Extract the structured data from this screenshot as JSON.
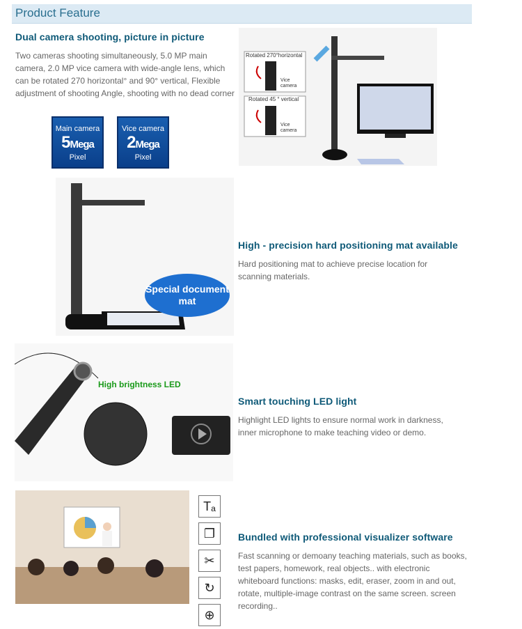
{
  "header": {
    "title": "Product Feature"
  },
  "sections": [
    {
      "title": "Dual camera shooting, picture in picture",
      "description": "Two cameras shooting simultaneously, 5.0 MP main camera, 2.0 MP vice camera with wide-angle lens, which can be rotated 270 horizontal° and 90° vertical, Flexible adjustment of shooting Angle, shooting with no dead corner",
      "badges": [
        {
          "top": "Main camera",
          "value": "5",
          "unit": "Mega",
          "bottom": "Pixel"
        },
        {
          "top": "Vice camera",
          "value": "2",
          "unit": "Mega",
          "bottom": "Pixel"
        }
      ],
      "image_labels": {
        "rotate_h": "Rotated 270°horizontal",
        "rotate_v": "Rotated 45 ° vertical",
        "vice_camera_1": "Vice camera",
        "vice_camera_2": "Vice camera"
      }
    },
    {
      "title": "High - precision hard positioning mat available",
      "description": "Hard positioning mat to achieve precise location for scanning materials.",
      "image_labels": {
        "bubble": "Special document mat"
      }
    },
    {
      "title": "Smart touching LED light",
      "description": "Highlight LED lights to ensure normal work in darkness, inner microphone to make teaching video or demo.",
      "image_labels": {
        "led": "High brightness LED"
      }
    },
    {
      "title": "Bundled with professional visualizer software",
      "description": "Fast scanning or demoany teaching materials, such as books, test papers, homework, real objects.. with electronic whiteboard functions: masks, edit, eraser, zoom in and out, rotate, multiple-image contrast on the same screen. screen recording..",
      "icons": [
        "text-icon",
        "copy-icon",
        "scissors-icon",
        "rotate-icon",
        "zoom-in-icon"
      ],
      "icon_glyphs": [
        "Tₐ",
        "❐",
        "✂",
        "↻",
        "⊕"
      ]
    }
  ],
  "colors": {
    "title": "#0f5a78",
    "header_bg": "#dceaf4",
    "led_label": "#1a9a1a",
    "bubble": "#1e6fd0"
  }
}
